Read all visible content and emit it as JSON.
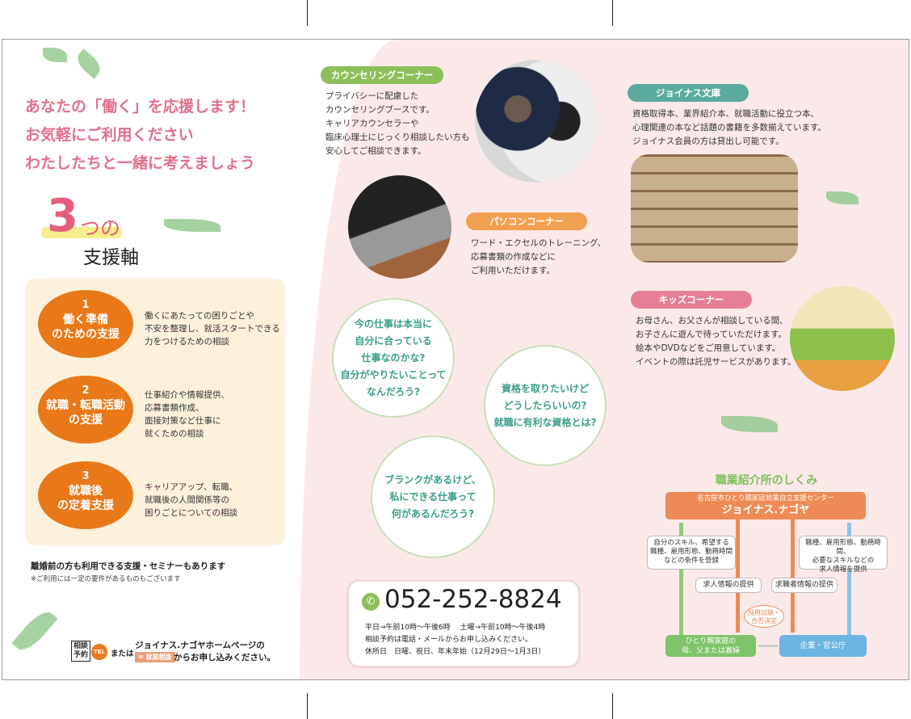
{
  "left": {
    "headline": [
      "あなたの「働く」を応援します！",
      "お気軽にご利用ください",
      "わたしたちと一緒に考えましょう"
    ],
    "three_number": "3",
    "three_suffix": "つの",
    "three_label": "支援軸",
    "supports": [
      {
        "num": "1",
        "title": [
          "働く準備",
          "のための支援"
        ],
        "desc": [
          "働くにあたっての困りごとや",
          "不安を整理し、就活スタートできる",
          "力をつけるための相談"
        ]
      },
      {
        "num": "2",
        "title": [
          "就職・転職活動",
          "の支援"
        ],
        "desc": [
          "仕事紹介や情報提供、",
          "応募書類作成、",
          "面接対策など仕事に",
          "就くための相談"
        ]
      },
      {
        "num": "3",
        "title": [
          "就職後",
          "の定着支援"
        ],
        "desc": [
          "キャリアアップ、転職、",
          "就職後の人間関係等の",
          "困りごとについての相談"
        ]
      }
    ],
    "note_main": "離婚前の方も利用できる支援・セミナーもあります",
    "note_sub": "※ご利用には一定の要件があるものもございます",
    "reserve_label": [
      "相談",
      "予約"
    ],
    "tel_badge": "TEL",
    "or_text": "または",
    "homepage_text": "ジョイナス.ナゴヤホームページの",
    "mail_button": "就業相談",
    "apply_text": "からお申し込みください。"
  },
  "corners": {
    "counseling": {
      "title": "カウンセリングコーナー",
      "color": "#8cbf5a",
      "lines": [
        "プライバシーに配慮した",
        "カウンセリングブースです。",
        "キャリアカウンセラーや",
        "臨床心理士にじっくり相談したい方も",
        "安心してご相談できます。"
      ]
    },
    "pc": {
      "title": "パソコンコーナー",
      "color": "#f0a050",
      "lines": [
        "ワード・エクセルのトレーニング、",
        "応募書類の作成などに",
        "ご利用いただけます。"
      ]
    },
    "library": {
      "title": "ジョイナス文庫",
      "color": "#5aab9e",
      "lines": [
        "資格取得本、業界紹介本、就職活動に役立つ本、",
        "心理関連の本など話題の書籍を多数揃えています。",
        "ジョイナス会員の方は貸出し可能です。"
      ]
    },
    "kids": {
      "title": "キッズコーナー",
      "color": "#e57f95",
      "lines": [
        "お母さん、お父さんが相談している間、",
        "お子さんに遊んで待っていただけます。",
        "絵本やDVDなどをご用意しています。",
        "イベントの際は託児サービスがあります。"
      ]
    }
  },
  "bubbles": [
    [
      "今の仕事は本当に",
      "自分に合っている",
      "仕事なのかな?",
      "自分がやりたいことって",
      "なんだろう?"
    ],
    [
      "資格を取りたいけど",
      "どうしたらいいの?",
      "就職に有利な資格とは?"
    ],
    [
      "ブランクがあるけど、",
      "私にできる仕事って",
      "何があるんだろう?"
    ]
  ],
  "contact": {
    "phone": "052-252-8824",
    "lines": [
      "平日→午前10時～午後6時　 土曜→午前10時～午後4時",
      "相談予約は電話・メールからお申し込みください。",
      "休所日　日曜、祝日、年末年始（12月29日～1月3日）"
    ]
  },
  "flow": {
    "title": "職業紹介所のしくみ",
    "center_sub": "名古屋市ひとり親家庭就業自立支援センター",
    "center_name": "ジョイナス.ナゴヤ",
    "left_note": [
      "自分のスキル、希望する",
      "職種、雇用形態、勤務時間",
      "などの条件を登録"
    ],
    "right_note": [
      "職種、雇用形態、勤務時間、",
      "必要なスキルなどの",
      "求人情報を提供"
    ],
    "job_info": "求人情報の提供",
    "seeker_info": "求職者情報の提供",
    "decision": [
      "採用試験・",
      "合否決定"
    ],
    "parent": [
      "ひとり親家庭の",
      "母、父または寡婦"
    ],
    "company": "企業・官公庁",
    "colors": {
      "center": "#ee8a55",
      "parent": "#7fc36a",
      "company": "#6cb4e2"
    }
  }
}
